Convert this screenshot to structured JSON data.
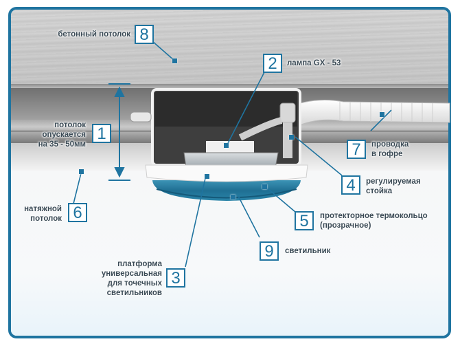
{
  "diagram": {
    "title": "",
    "accent_color": "#1f74a0",
    "label_color": "#3a4a55",
    "callouts": [
      {
        "number": "1",
        "label_lines": [
          "потолок",
          "опускается",
          "на 35 - 50мм"
        ]
      },
      {
        "number": "2",
        "label_lines": [
          "лампа GX - 53"
        ]
      },
      {
        "number": "3",
        "label_lines": [
          "платформа",
          "универсальная",
          "для точечных",
          "светильников"
        ]
      },
      {
        "number": "4",
        "label_lines": [
          "регулируемая",
          "стойка"
        ]
      },
      {
        "number": "5",
        "label_lines": [
          "протекторное термокольцо",
          "(прозрачное)"
        ]
      },
      {
        "number": "6",
        "label_lines": [
          "натяжной",
          "потолок"
        ]
      },
      {
        "number": "7",
        "label_lines": [
          "проводка",
          "в гофре"
        ]
      },
      {
        "number": "8",
        "label_lines": [
          "бетонный потолок"
        ]
      },
      {
        "number": "9",
        "label_lines": [
          "светильник"
        ]
      }
    ],
    "icons": {
      "dimension": "double-arrow-icon",
      "marker": "square-marker-icon"
    }
  }
}
